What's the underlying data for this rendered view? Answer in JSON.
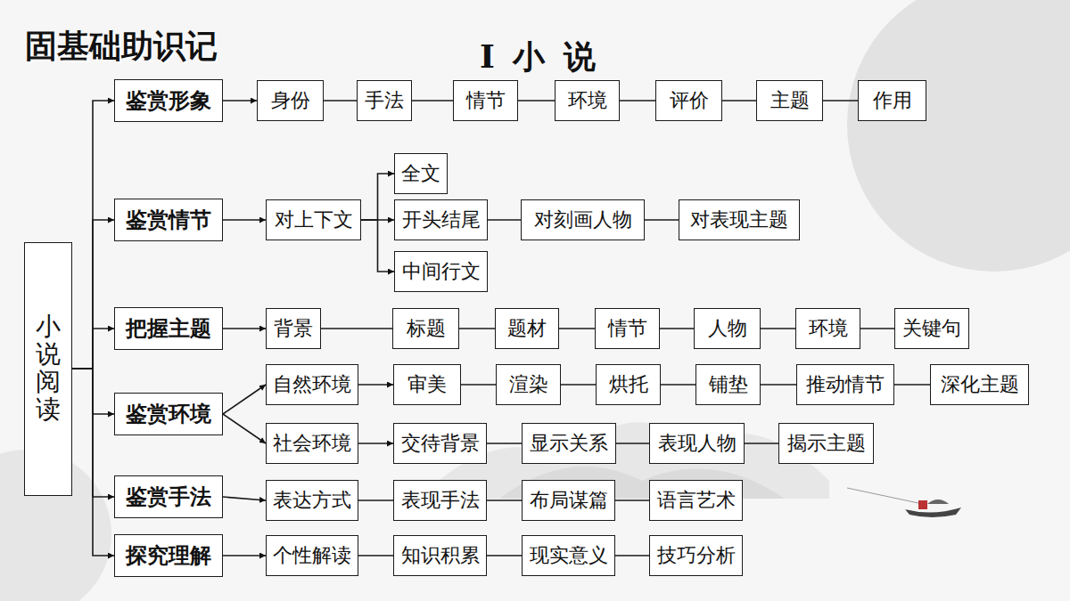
{
  "diagram": {
    "title": "I 小 说",
    "nodes": [
      {
        "text": [
          "小说阅读"
        ]
      },
      {
        "text": [
          "鉴赏形象"
        ]
      },
      {
        "text": [
          "身份"
        ]
      },
      {
        "text": [
          "手法"
        ]
      },
      {
        "text": [
          "情节"
        ]
      },
      {
        "text": [
          "环境"
        ]
      },
      {
        "text": [
          "评价"
        ]
      },
      {
        "text": [
          "主题"
        ]
      },
      {
        "text": [
          "作用"
        ]
      },
      {
        "text": [
          "鉴赏情节"
        ]
      },
      {
        "text": [
          "对上下文"
        ]
      },
      {
        "text": [
          "全文"
        ]
      },
      {
        "text": [
          "开头结尾"
        ]
      },
      {
        "text": [
          "对刻画人物"
        ]
      },
      {
        "text": [
          "对表现主题"
        ]
      },
      {
        "text": [
          "中间行文"
        ]
      },
      {
        "text": [
          "把握主题"
        ]
      },
      {
        "text": [
          "背景"
        ]
      },
      {
        "text": [
          "标题"
        ]
      },
      {
        "text": [
          "题材"
        ]
      },
      {
        "text": [
          "情节"
        ]
      },
      {
        "text": [
          "人物"
        ]
      },
      {
        "text": [
          "环境"
        ]
      },
      {
        "text": [
          "关键句"
        ]
      },
      {
        "text": [
          "鉴赏环境"
        ]
      },
      {
        "text": [
          "自然环境"
        ]
      },
      {
        "text": [
          "审美"
        ]
      },
      {
        "text": [
          "渲染"
        ]
      },
      {
        "text": [
          "烘托"
        ]
      },
      {
        "text": [
          "铺垫"
        ]
      },
      {
        "text": [
          "推动情节"
        ]
      },
      {
        "text": [
          "深化主题"
        ]
      },
      {
        "text": [
          "社会环境"
        ]
      },
      {
        "text": [
          "交待背景"
        ]
      },
      {
        "text": [
          "显示关系"
        ]
      },
      {
        "text": [
          "表现人物"
        ]
      },
      {
        "text": [
          "揭示主题"
        ]
      },
      {
        "text": [
          "鉴赏手法"
        ]
      },
      {
        "text": [
          "表达方式"
        ]
      },
      {
        "text": [
          "表现手法"
        ]
      },
      {
        "text": [
          "布局谋篇"
        ]
      },
      {
        "text": [
          "语言艺术"
        ]
      },
      {
        "text": [
          "探究理解"
        ]
      },
      {
        "text": [
          "个性解读"
        ]
      },
      {
        "text": [
          "知识积累"
        ]
      },
      {
        "text": [
          "现实意义"
        ]
      },
      {
        "text": [
          "技巧分析"
        ]
      }
    ],
    "edges": [
      {
        "from": 0,
        "to": 1,
        "arrow": "to"
      },
      {
        "from": 0,
        "to": 9,
        "arrow": "to"
      },
      {
        "from": 0,
        "to": 16,
        "arrow": "to"
      },
      {
        "from": 0,
        "to": 24,
        "arrow": "to"
      },
      {
        "from": 0,
        "to": 37,
        "arrow": "to"
      },
      {
        "from": 0,
        "to": 42,
        "arrow": "to"
      },
      {
        "from": 1,
        "to": 2,
        "arrow": "to"
      },
      {
        "from": 2,
        "to": 3,
        "arrow": "none"
      },
      {
        "from": 3,
        "to": 4,
        "arrow": "none"
      },
      {
        "from": 4,
        "to": 5,
        "arrow": "none"
      },
      {
        "from": 5,
        "to": 6,
        "arrow": "none"
      },
      {
        "from": 6,
        "to": 7,
        "arrow": "none"
      },
      {
        "from": 7,
        "to": 8,
        "arrow": "none"
      },
      {
        "from": 9,
        "to": 10,
        "arrow": "to"
      },
      {
        "from": 10,
        "to": 11,
        "arrow": "to"
      },
      {
        "from": 10,
        "to": 12,
        "arrow": "to"
      },
      {
        "from": 10,
        "to": 15,
        "arrow": "to"
      },
      {
        "from": 12,
        "to": 13,
        "arrow": "none"
      },
      {
        "from": 13,
        "to": 14,
        "arrow": "none"
      },
      {
        "from": 16,
        "to": 17,
        "arrow": "to"
      },
      {
        "from": 17,
        "to": 18,
        "arrow": "none"
      },
      {
        "from": 18,
        "to": 19,
        "arrow": "none"
      },
      {
        "from": 19,
        "to": 20,
        "arrow": "none"
      },
      {
        "from": 20,
        "to": 21,
        "arrow": "none"
      },
      {
        "from": 21,
        "to": 22,
        "arrow": "none"
      },
      {
        "from": 22,
        "to": 23,
        "arrow": "none"
      },
      {
        "from": 24,
        "to": 25,
        "arrow": "to"
      },
      {
        "from": 24,
        "to": 32,
        "arrow": "to"
      },
      {
        "from": 25,
        "to": 26,
        "arrow": "to"
      },
      {
        "from": 26,
        "to": 27,
        "arrow": "none"
      },
      {
        "from": 27,
        "to": 28,
        "arrow": "none"
      },
      {
        "from": 28,
        "to": 29,
        "arrow": "none"
      },
      {
        "from": 29,
        "to": 30,
        "arrow": "none"
      },
      {
        "from": 30,
        "to": 31,
        "arrow": "none"
      },
      {
        "from": 32,
        "to": 33,
        "arrow": "to"
      },
      {
        "from": 33,
        "to": 34,
        "arrow": "none"
      },
      {
        "from": 34,
        "to": 35,
        "arrow": "none"
      },
      {
        "from": 35,
        "to": 36,
        "arrow": "none"
      },
      {
        "from": 37,
        "to": 38,
        "arrow": "to"
      },
      {
        "from": 38,
        "to": 39,
        "arrow": "none"
      },
      {
        "from": 39,
        "to": 40,
        "arrow": "none"
      },
      {
        "from": 40,
        "to": 41,
        "arrow": "none"
      },
      {
        "from": 42,
        "to": 43,
        "arrow": "to"
      },
      {
        "from": 43,
        "to": 44,
        "arrow": "none"
      },
      {
        "from": 44,
        "to": 45,
        "arrow": "none"
      },
      {
        "from": 45,
        "to": 46,
        "arrow": "none"
      }
    ],
    "labels": [
      "固基础助识记"
    ]
  }
}
